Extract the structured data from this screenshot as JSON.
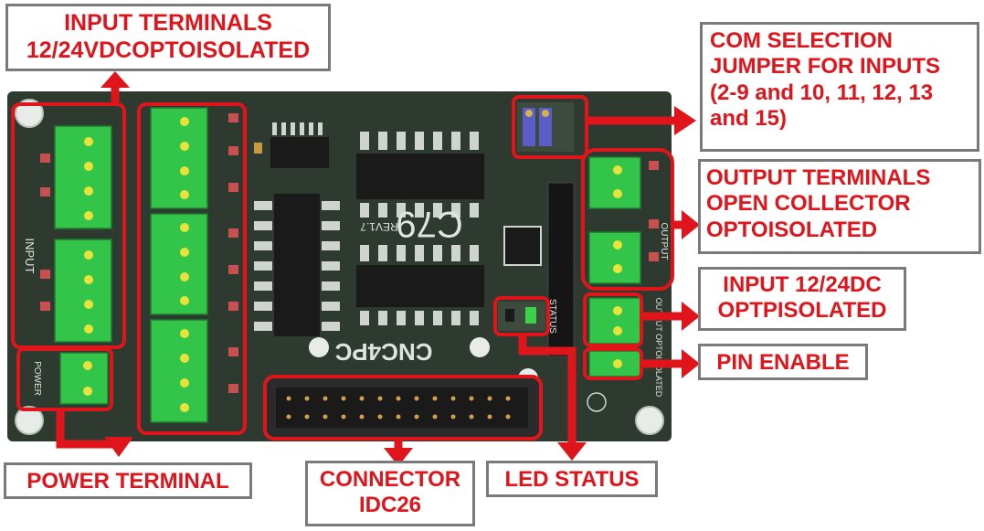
{
  "colors": {
    "annotation_red": "#e0141b",
    "pcb_green": "#2e3a30",
    "terminal_green": "#33c44a",
    "label_border": "#7a7a7a"
  },
  "labels": {
    "input_terminals": [
      "INPUT TERMINALS",
      "12/24VDCOPTOISOLATED"
    ],
    "com_selection": [
      "COM SELECTION",
      "JUMPER FOR INPUTS",
      "(2-9 and 10, 11, 12, 13",
      "and 15)"
    ],
    "output_terminals": [
      "OUTPUT TERMINALS",
      "OPEN COLLECTOR",
      "OPTOISOLATED"
    ],
    "input_1224": [
      "INPUT 12/24DC",
      "OPTPISOLATED"
    ],
    "pin_enable": "PIN ENABLE",
    "power_terminal": "POWER TERMINAL",
    "connector": [
      "CONNECTOR",
      "IDC26"
    ],
    "led_status": "LED STATUS"
  },
  "silkscreen": {
    "board_name": "C79",
    "revision": "REV1.7",
    "brand": "CNC4PC",
    "input_label": "INPUT",
    "power_label": "POWER",
    "output_label": "OUTPUT",
    "status_label": "STATUS",
    "side_label": "OUTPUT OPTOISOLATED"
  }
}
